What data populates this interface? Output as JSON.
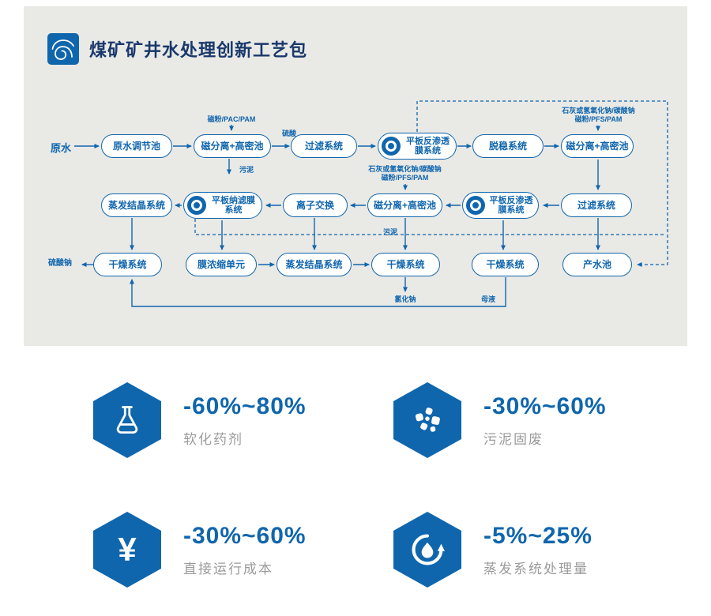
{
  "header": {
    "title": "煤矿矿井水处理创新工艺包"
  },
  "diagram": {
    "source_label": "原水",
    "nodes": {
      "r1n1": "原水调节池",
      "r1n2": "磁分离+高密池",
      "r1n3": "过滤系统",
      "r1n4": "平板反渗透膜系统",
      "r1n5": "脱稳系统",
      "r1n6": "磁分离+高密池",
      "r2n1": "蒸发结晶系统",
      "r2n2": "平板纳滤膜系统",
      "r2n3": "离子交换",
      "r2n4": "磁分离+高密池",
      "r2n5": "平板反渗透膜系统",
      "r2n6": "过滤系统",
      "r3n1": "干燥系统",
      "r3n2": "膜浓缩单元",
      "r3n3": "蒸发结晶系统",
      "r3n4": "干燥系统",
      "r3n5": "干燥系统",
      "r3n6": "产水池"
    },
    "annotations": {
      "dosing_1": "磁粉/PAC/PAM",
      "sulfuric_acid": "硫酸",
      "dosing_2_line1": "石灰或氢氧化钠/碳酸钠",
      "dosing_2_line2": "磁粉/PFS/PAM",
      "dosing_3_line1": "石灰或氢氧化钠/碳酸钠",
      "dosing_3_line2": "磁粉/PFS/PAM",
      "sludge_1": "污泥",
      "sludge_2": "污泥",
      "sodium_sulfate": "硫酸钠",
      "sodium_chloride": "氯化钠",
      "mother_liquor": "母液"
    }
  },
  "stats": {
    "items": [
      {
        "value": "-60%~80%",
        "label": "软化药剂",
        "icon": "flask-icon"
      },
      {
        "value": "-30%~60%",
        "label": "污泥固废",
        "icon": "sludge-icon"
      },
      {
        "value": "-30%~60%",
        "label": "直接运行成本",
        "icon": "yuan-icon",
        "icon_glyph": "¥"
      },
      {
        "value": "-5%~25%",
        "label": "蒸发系统处理量",
        "icon": "evaporation-icon"
      }
    ]
  },
  "colors": {
    "accent_blue": "#1066ad",
    "title_navy": "#19386b",
    "panel_gray": "#e9e9e6",
    "label_gray": "#9a9a9a"
  }
}
